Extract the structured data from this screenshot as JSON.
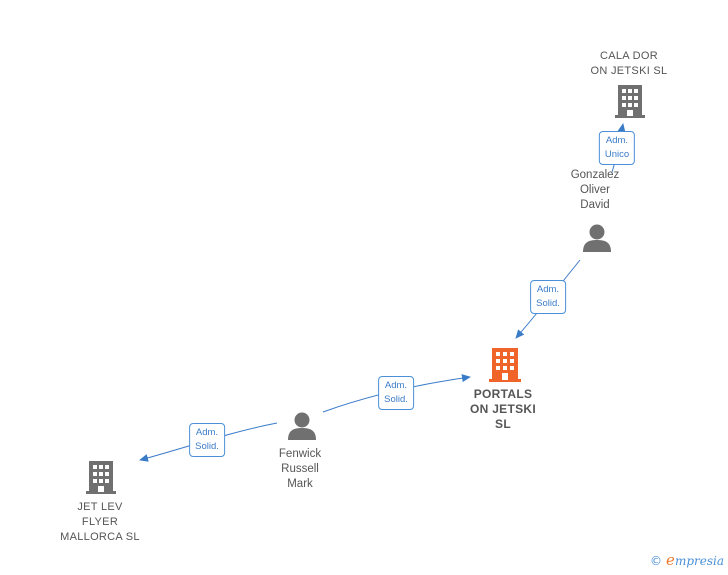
{
  "nodes": {
    "cala_dor": {
      "label": "CALA DOR\nON JETSKI  SL",
      "kind": "company"
    },
    "gonzalez": {
      "label": "Gonzalez\nOliver\nDavid",
      "kind": "person"
    },
    "portals": {
      "label": "PORTALS\nON JETSKI\nSL",
      "kind": "company-main"
    },
    "fenwick": {
      "label": "Fenwick\nRussell\nMark",
      "kind": "person"
    },
    "jet_lev": {
      "label": "JET LEV\nFLYER\nMALLORCA SL",
      "kind": "company"
    }
  },
  "edges": {
    "gonzalez_cala": {
      "label": "Adm.\nUnico"
    },
    "gonzalez_portals": {
      "label": "Adm.\nSolid."
    },
    "fenwick_portals": {
      "label": "Adm.\nSolid."
    },
    "fenwick_jetlev": {
      "label": "Adm.\nSolid."
    }
  },
  "colors": {
    "edge": "#3a7bc8",
    "company": "#707070",
    "main_company": "#f0642a",
    "person": "#707070"
  },
  "brand": {
    "copyright": "©",
    "initial": "e",
    "rest": "mpresia"
  }
}
